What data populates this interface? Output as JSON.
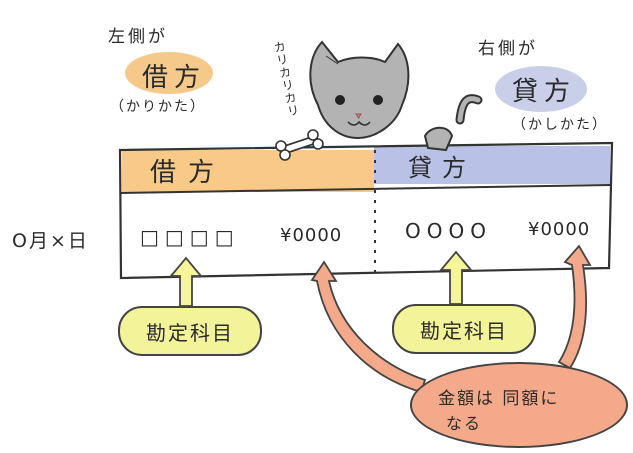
{
  "left_note": {
    "title": "左側が",
    "term": "借方",
    "reading": "（かりかた）",
    "color": "#f5c98a"
  },
  "right_note": {
    "title": "右側が",
    "term": "貸方",
    "reading": "（かしかた）",
    "color": "#c9cfe9"
  },
  "cat_sound": "カリカリカリ",
  "journal": {
    "debit_header": "借方",
    "credit_header": "貸方",
    "debit_header_color": "#f8c987",
    "credit_header_color": "#b9c2e6",
    "date_label": "O月×日",
    "debit_account": "□□□□",
    "debit_amount": "¥0000",
    "credit_account": "OOOO",
    "credit_amount": "¥0000"
  },
  "callouts": {
    "account_label_left": "勘定科目",
    "account_label_right": "勘定科目",
    "account_color": "#f3f39a",
    "amount_label_line1": "金額は 同額に",
    "amount_label_line2": "なる",
    "amount_color": "#f4a98a"
  },
  "icons": [
    "cat-icon",
    "bone-icon",
    "arrow-up-icon"
  ]
}
